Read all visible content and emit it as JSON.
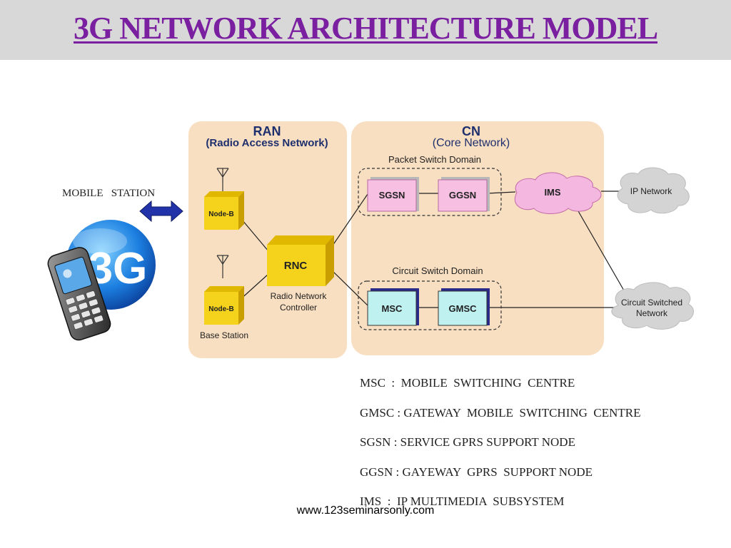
{
  "title": "3G  NETWORK ARCHITECTURE MODEL",
  "mobile_station_label": "MOBILE   STATION",
  "phone_badge": "3G",
  "ran": {
    "title": "RAN",
    "subtitle": "(Radio Access Network)",
    "node_b_label": "Node-B",
    "base_station_label": "Base Station",
    "rnc_label": "RNC",
    "rnc_caption_line1": "Radio Network",
    "rnc_caption_line2": "Controller"
  },
  "cn": {
    "title": "CN",
    "subtitle": "(Core Network)",
    "packet_domain_label": "Packet Switch Domain",
    "circuit_domain_label": "Circuit Switch Domain",
    "sgsn": "SGSN",
    "ggsn": "GGSN",
    "msc": "MSC",
    "gmsc": "GMSC",
    "ims": "IMS"
  },
  "external": {
    "ip_network": "IP Network",
    "circuit_switched_line1": "Circuit Switched",
    "circuit_switched_line2": "Network"
  },
  "legend": [
    "MSC  :  MOBILE  SWITCHING  CENTRE",
    "GMSC : GATEWAY  MOBILE  SWITCHING  CENTRE",
    "SGSN : SERVICE GPRS SUPPORT NODE",
    "GGSN : GAYEWAY  GPRS  SUPPORT NODE",
    "IMS  :  IP MULTIMEDIA  SUBSYSTEM"
  ],
  "footer": "www.123seminarsonly.com",
  "colors": {
    "title": "#7a1fa0",
    "panel": "#f8dfc1",
    "node_yellow": "#f5d21c",
    "pink_node": "#f7bfe2",
    "cyan_node": "#bff1f1",
    "cloud_pink": "#f3b7e0",
    "cloud_gray": "#d4d4d4",
    "arrow_blue": "#2233aa"
  }
}
